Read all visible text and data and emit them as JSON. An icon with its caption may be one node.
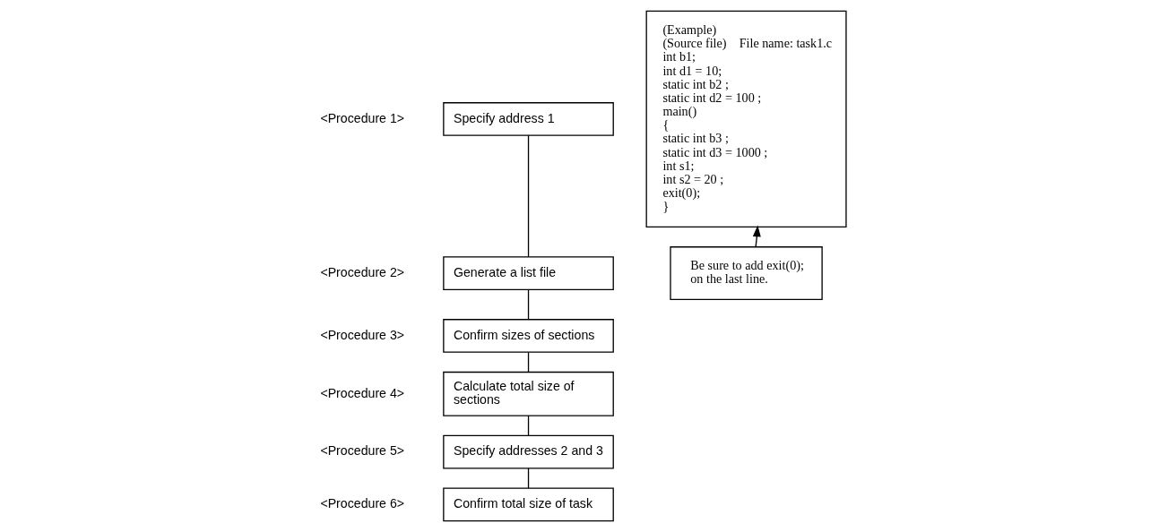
{
  "diagram": {
    "nodes": [
      {
        "text": [
          "Specify address 1"
        ],
        "beside": [
          "<Procedure 1>"
        ]
      },
      {
        "text": [
          "Generate a list file"
        ],
        "beside": [
          "<Procedure 2>"
        ]
      },
      {
        "text": [
          "Confirm sizes of sections"
        ],
        "beside": [
          "<Procedure 3>"
        ]
      },
      {
        "text": [
          "Calculate total size of sections"
        ],
        "beside": [
          "<Procedure 4>"
        ]
      },
      {
        "text": [
          "Specify addresses 2 and 3"
        ],
        "beside": [
          "<Procedure 5>"
        ]
      },
      {
        "text": [
          "Confirm total size of task"
        ],
        "beside": [
          "<Procedure 6>"
        ]
      },
      {
        "text": [
          "(Example)",
          "(Source file)    File name: task1.c",
          "int b1;",
          "int d1 = 10;",
          "static int b2 ;",
          "static int d2 = 100 ;",
          "main()",
          "{",
          "static int b3 ;",
          "static int d3 = 1000 ;",
          "int s1;",
          "int s2 = 20 ;",
          "exit(0);",
          "}"
        ]
      },
      {
        "text": [
          "Be sure to add exit(0); on the last line."
        ]
      }
    ],
    "edges": [
      {
        "from": 0,
        "to": 1,
        "arrow": "none"
      },
      {
        "from": 1,
        "to": 2,
        "arrow": "none"
      },
      {
        "from": 2,
        "to": 3,
        "arrow": "none"
      },
      {
        "from": 3,
        "to": 4,
        "arrow": "none"
      },
      {
        "from": 4,
        "to": 5,
        "arrow": "none"
      },
      {
        "from": 7,
        "to": 6,
        "arrow": "to"
      }
    ]
  }
}
